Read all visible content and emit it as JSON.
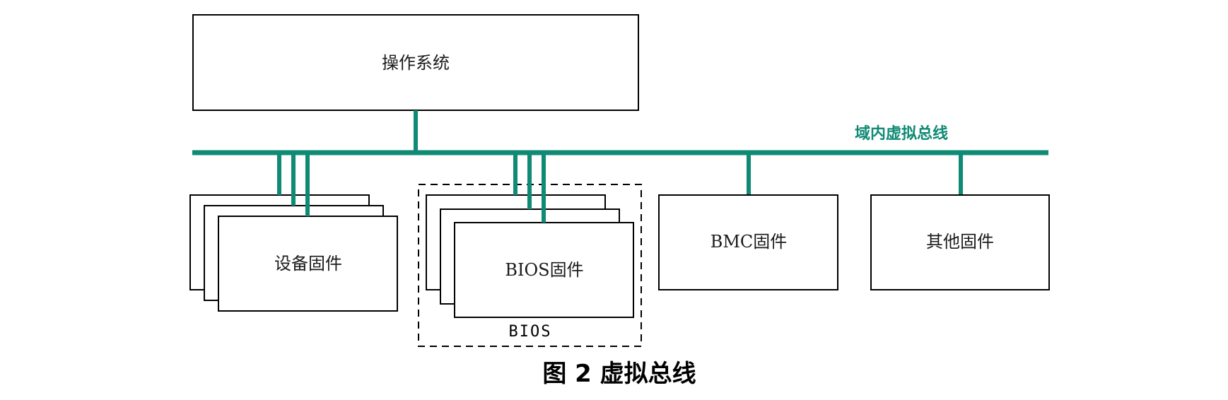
{
  "diagram": {
    "os_box": {
      "label": "操作系统"
    },
    "bus": {
      "label": "域内虚拟总线",
      "color": "#0f8a74"
    },
    "device_firmware": {
      "label": "设备固件"
    },
    "bios_firmware": {
      "label": "BIOS固件"
    },
    "bios_group": {
      "label": "BIOS"
    },
    "bmc_firmware": {
      "label": "BMC固件"
    },
    "other_firmware": {
      "label": "其他固件"
    }
  },
  "caption": "图 2 虚拟总线"
}
